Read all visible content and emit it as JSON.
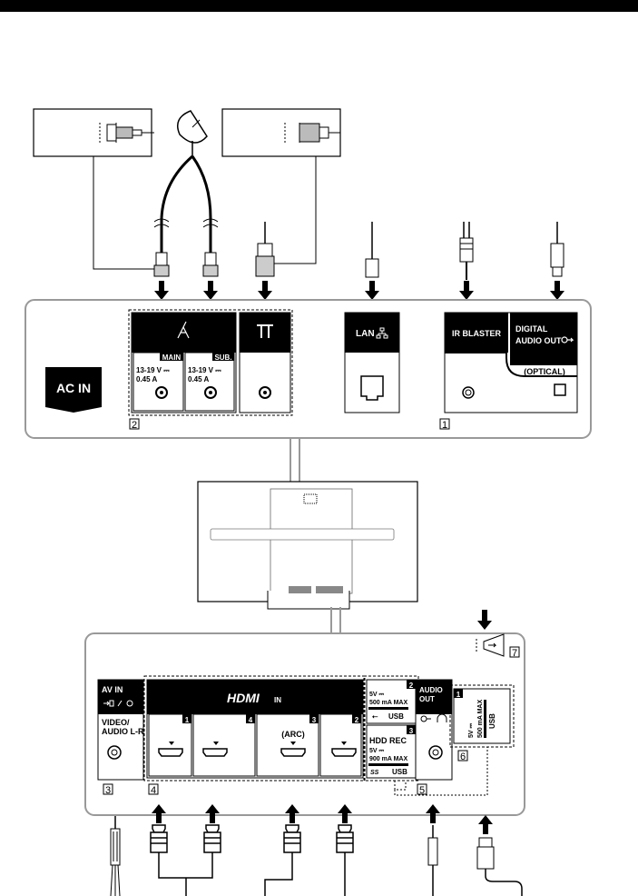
{
  "panel_top": {
    "ac_in": "AC IN",
    "sat_main": "MAIN",
    "sat_sub": "SUB.",
    "sat_voltage": "13-19 V ⎓",
    "sat_current": "0.45 A",
    "lan": "LAN",
    "ir_blaster": "IR BLASTER",
    "digital_audio_line1": "DIGITAL",
    "digital_audio_line2": "AUDIO OUT",
    "optical": "(OPTICAL)",
    "callout_sat": "2",
    "callout_ir": "1"
  },
  "panel_bottom": {
    "av_in": "AV IN",
    "video_audio_line1": "VIDEO/",
    "video_audio_line2": "AUDIO L-R",
    "hdmi_logo": "HDMI",
    "hdmi_in": "IN",
    "arc": "(ARC)",
    "hdmi_ports": [
      "1",
      "4",
      "3",
      "2"
    ],
    "usb2_num": "2",
    "usb2_voltage": "5V ⎓",
    "usb2_current": "500 mA MAX",
    "usb2_label": "USB",
    "usb3_num": "3",
    "hdd_rec": "HDD REC",
    "usb3_voltage": "5V ⎓",
    "usb3_current": "900 mA MAX",
    "usb3_label": "USB",
    "audio_out_line1": "AUDIO",
    "audio_out_line2": "OUT",
    "usb1_num": "1",
    "usb1_voltage": "5V ⎓",
    "usb1_current": "500 mA MAX",
    "usb1_label": "USB",
    "callouts": [
      "3",
      "4",
      "5",
      "6",
      "7"
    ]
  },
  "icon_names": [
    "satellite-dish-icon",
    "terrestrial-antenna-icon",
    "network-icon",
    "optical-out-icon",
    "av-input-icon",
    "headphone-icon",
    "usb-icon"
  ]
}
